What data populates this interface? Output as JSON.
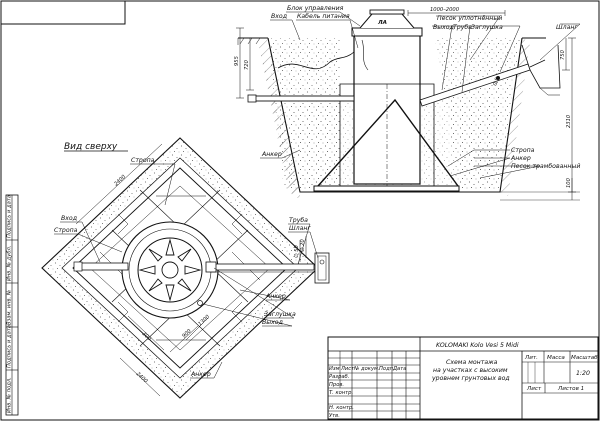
{
  "title": {
    "view_label": "Вид сверху",
    "product": "KOLOMAKI Kolo Vesi 5 Midi",
    "scheme_lines": [
      "Схема монтажа",
      "на участках с высоким",
      "уровнем грунтовых вод"
    ],
    "lit": "Лит.",
    "mass": "Масса",
    "scale_label": "Масштаб",
    "scale": "1:20",
    "sheet": "Лист",
    "sheets": "Листов 1",
    "col_izm": "Изм",
    "col_list": "Лист",
    "col_doc": "№ докум.",
    "col_sign": "Подп.",
    "col_date": "Дата",
    "razrab": "Разраб.",
    "prov": "Пров.",
    "tkontr": "Т. контр.",
    "nkontr": "Н. контр.",
    "utv": "Утв."
  },
  "side_stamp": [
    "Инв. № подл.",
    "Подпись и дата",
    "Взам. инв. №",
    "Инв. № дубл.",
    "Подпись и дата"
  ],
  "section": {
    "labels": {
      "block": "Блок управления",
      "inlet": "Вход",
      "cable": "Кабель питания",
      "sand": "Песок уплотнённый",
      "outlet": "Выход",
      "pipe": "Труба",
      "plug": "Заглушка",
      "hose": "Шланг",
      "anchor": "Анкер",
      "strap": "Стропа",
      "sand_bottom": "Песок трамбованный"
    },
    "dims": {
      "width": "1000–2000",
      "d955": "955",
      "d720": "720",
      "d750": "750",
      "d2310": "2310",
      "d100": "100",
      "d5": "0,5"
    }
  },
  "plan": {
    "labels": {
      "strap_top": "Стропа",
      "inlet": "Вход",
      "strap_left": "Стропа",
      "pipe": "Труба",
      "hose": "Шланг",
      "anchor_right": "Анкер",
      "plug": "Заглушка",
      "outlet": "Выход",
      "anchor_bottom": "Анкер"
    },
    "dims": {
      "d2400_top": "2400",
      "d2400_bottom": "2400",
      "d1300": "1300",
      "d900": "900",
      "d300": "300",
      "d50": "∅ 50",
      "d20": "∅ 20"
    }
  }
}
